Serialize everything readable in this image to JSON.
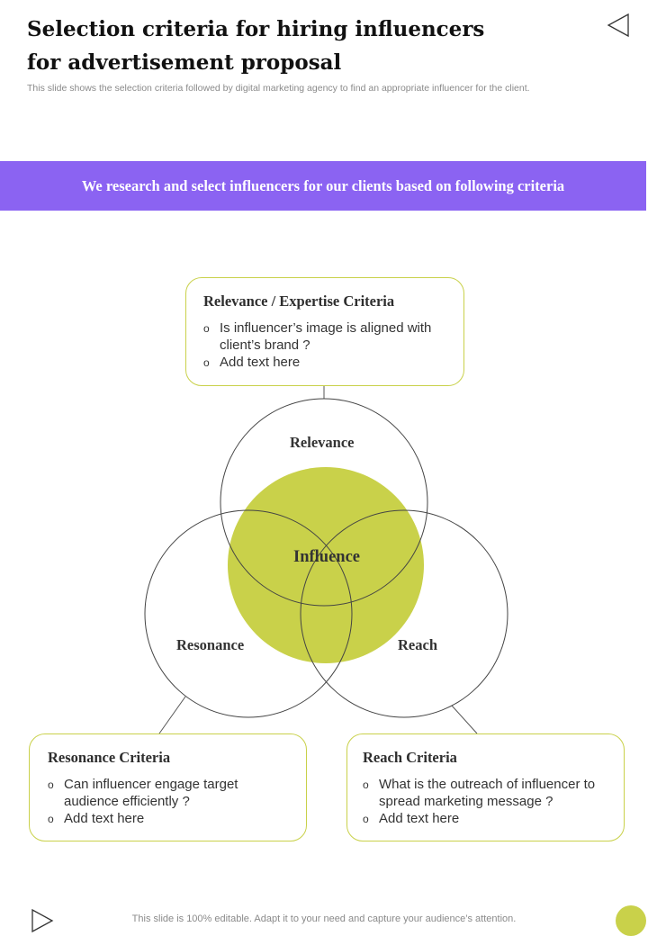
{
  "header": {
    "title_line1": "Selection criteria for hiring influencers",
    "title_line2": "for advertisement proposal",
    "subtitle": "This slide shows the selection criteria followed by digital marketing agency to find an appropriate influencer for the client."
  },
  "banner": {
    "text": "We research and select influencers for our clients based on following criteria"
  },
  "venn": {
    "top_label": "Relevance",
    "center_label": "Influence",
    "left_label": "Resonance",
    "right_label": "Reach"
  },
  "boxes": {
    "relevance": {
      "title": "Relevance / Expertise Criteria",
      "items": [
        "Is influencer’s image is aligned with client’s brand ?",
        "Add text here"
      ]
    },
    "resonance": {
      "title": "Resonance Criteria",
      "items": [
        "Can influencer  engage target audience efficiently  ?",
        "Add text here"
      ]
    },
    "reach": {
      "title": "Reach Criteria",
      "items": [
        "What is the outreach  of influencer to spread marketing message ?",
        "Add text here"
      ]
    }
  },
  "footer": {
    "text": "This slide is 100% editable. Adapt it to your need and capture your audience’s attention."
  },
  "colors": {
    "accent_purple": "#8b63f2",
    "accent_lime": "#c9d14a"
  },
  "icons": {
    "corner": "triangle-left-outline-icon",
    "footer_left": "triangle-right-outline-icon",
    "footer_right": "circle-filled-icon"
  }
}
